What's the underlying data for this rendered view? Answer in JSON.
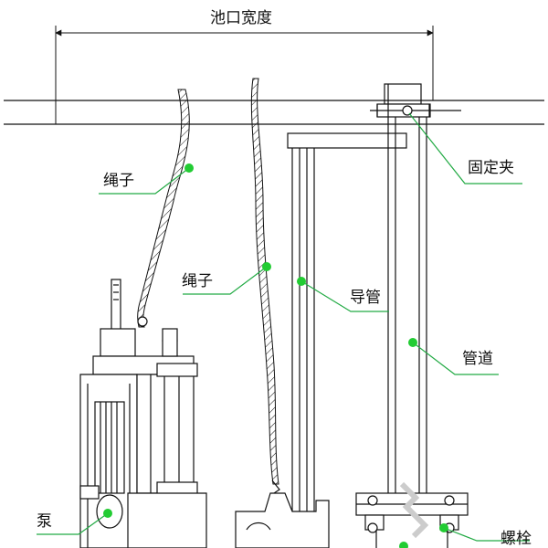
{
  "diagram": {
    "labels": {
      "pit_width": "池口宽度",
      "rope_1": "绳子",
      "rope_2": "绳子",
      "fixing_clamp": "固定夹",
      "guide_pipe": "导管",
      "pipeline": "管道",
      "pump": "泵",
      "bolt": "螺栓"
    },
    "colors": {
      "line": "#111111",
      "leader": "#22aa44",
      "marker": "#22cc33"
    }
  }
}
